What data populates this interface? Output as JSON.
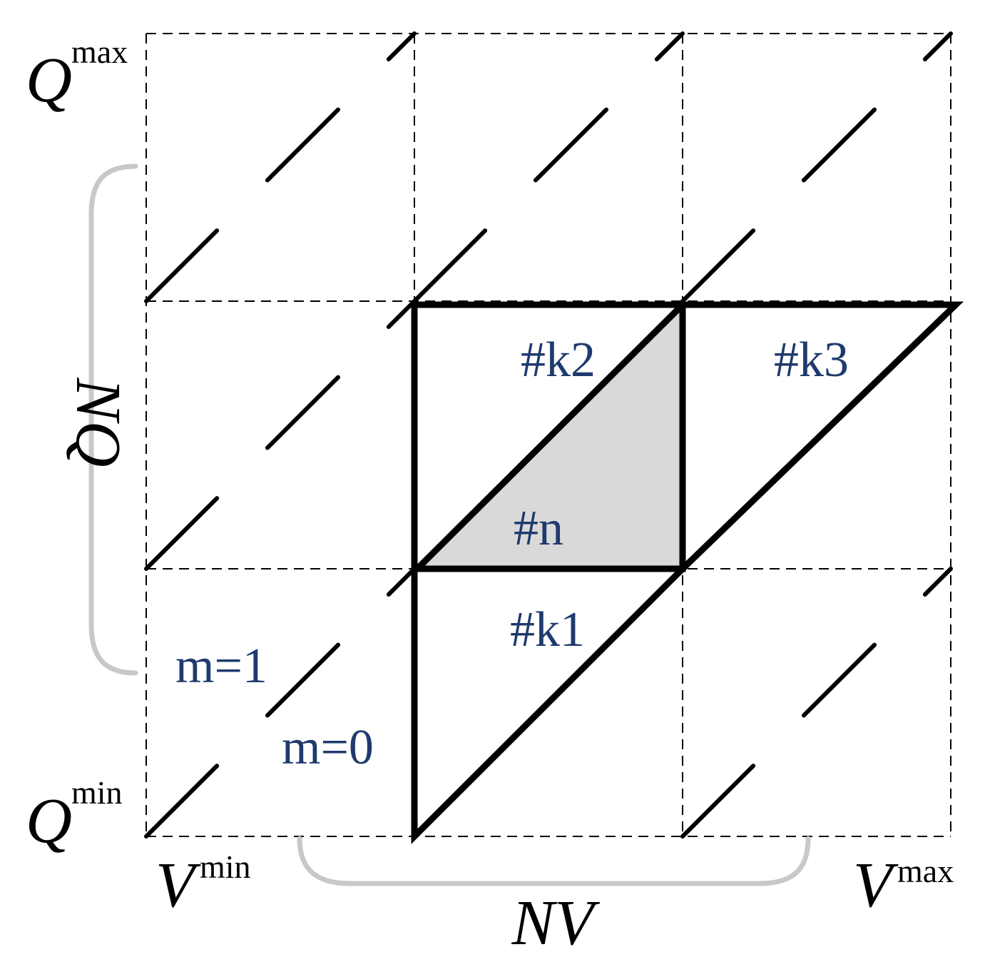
{
  "axes": {
    "q_max": {
      "base": "Q",
      "sup": "max"
    },
    "q_min": {
      "base": "Q",
      "sup": "min"
    },
    "v_min": {
      "base": "V",
      "sup": "min"
    },
    "v_max": {
      "base": "V",
      "sup": "max"
    },
    "nq": "NQ",
    "nv": "NV"
  },
  "cells": {
    "k1": "#k1",
    "k2": "#k2",
    "k3": "#k3",
    "n": "#n"
  },
  "markers": {
    "m0": "m=0",
    "m1": "m=1"
  },
  "colors": {
    "label": "#1f3a6e",
    "shaded": "#d9d9d9",
    "brace": "#c8c8c8",
    "line": "#000000"
  }
}
